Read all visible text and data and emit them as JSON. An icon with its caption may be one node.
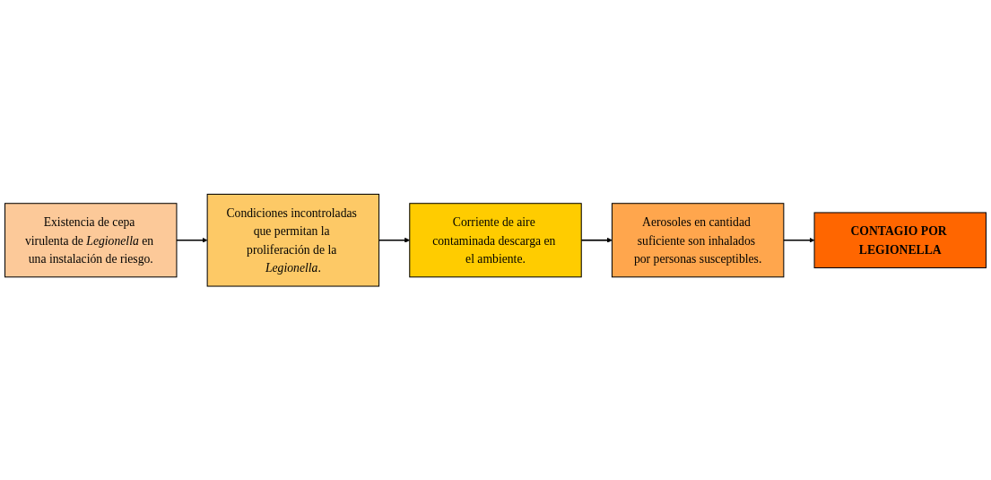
{
  "diagram": {
    "nodes": [
      {
        "text": [
          "Existencia de cepa virulenta de *Legionella* en una instalación de riesgo."
        ]
      },
      {
        "text": [
          "Condiciones incontroladas que permitan la proliferación de la *Legionella*."
        ]
      },
      {
        "text": [
          "Corriente de aire contaminada descarga en el ambiente."
        ]
      },
      {
        "text": [
          "Aerosoles en cantidad suficiente son inhalados por personas susceptibles."
        ]
      },
      {
        "text": [
          "CONTAGIO POR LEGIONELLA"
        ]
      }
    ],
    "edges": [
      {
        "from": 0,
        "to": 1,
        "arrow": "to"
      },
      {
        "from": 1,
        "to": 2,
        "arrow": "to"
      },
      {
        "from": 2,
        "to": 3,
        "arrow": "to"
      },
      {
        "from": 3,
        "to": 4,
        "arrow": "to"
      }
    ]
  }
}
